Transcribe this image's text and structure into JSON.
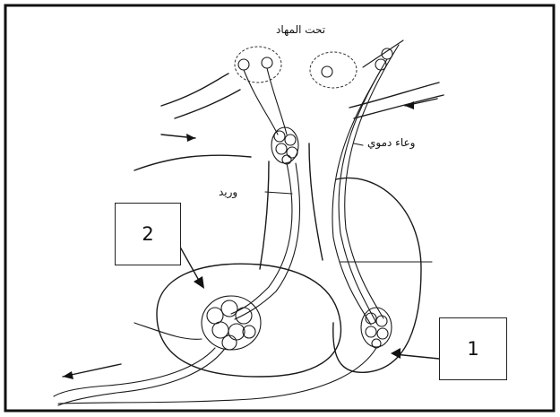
{
  "diagram": {
    "labels": {
      "top": "تحت المهاد",
      "blood_vessel": "وعاء دموي",
      "vein": "وريد"
    },
    "callouts": [
      {
        "id": "box-2",
        "number": "2"
      },
      {
        "id": "box-1",
        "number": "1"
      }
    ]
  }
}
